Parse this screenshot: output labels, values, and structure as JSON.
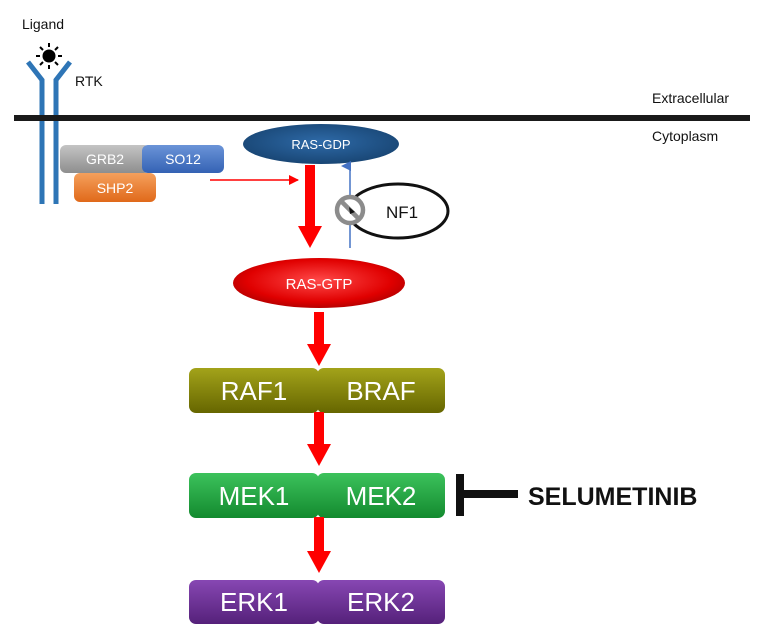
{
  "labels": {
    "ligand": "Ligand",
    "rtk": "RTK",
    "extracellular": "Extracellular",
    "cytoplasm": "Cytoplasm",
    "grb2": "GRB2",
    "so12": "SO12",
    "shp2": "SHP2",
    "ras_gdp": "RAS-GDP",
    "ras_gtp": "RAS-GTP",
    "nf1": "NF1",
    "raf1": "RAF1",
    "braf": "BRAF",
    "mek1": "MEK1",
    "mek2": "MEK2",
    "erk1": "ERK1",
    "erk2": "ERK2",
    "inhibitor": "SELUMETINIB"
  },
  "colors": {
    "membrane": "#1a1a1a",
    "receptor": "#2e75b6",
    "grb2": "#a6a6a6",
    "so12": "#4472c4",
    "shp2": "#ed7d31",
    "ras_gdp": "#1f4e79",
    "ras_gtp": "#e00000",
    "raf": "#7f7f00",
    "mek": "#1e9e3c",
    "erk": "#6a2c91",
    "activation_arrow": "#ff0000",
    "feedback_arrow": "#4472c4"
  },
  "icons": {
    "ligand": "sun-icon",
    "nf1_block": "prohibited-icon"
  }
}
